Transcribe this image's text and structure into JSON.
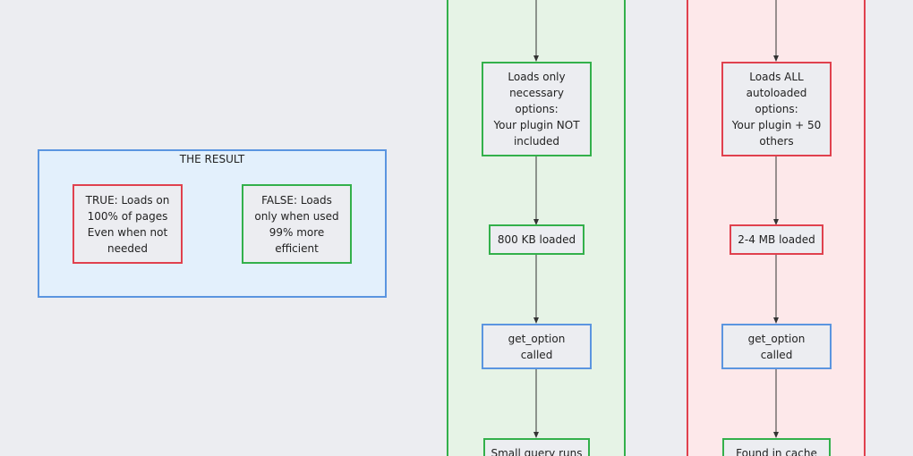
{
  "result_group": {
    "title": "THE RESULT",
    "true_node": "TRUE: Loads on\n100% of pages\nEven when not\nneeded",
    "false_node": "FALSE: Loads\nonly when used\n99% more\nefficient"
  },
  "false_flow": {
    "load_node": "Loads only\nnecessary\noptions:\nYour plugin NOT\nincluded",
    "size_node": "800 KB loaded",
    "get_option_node": "get_option\ncalled",
    "query_node": "Small query runs"
  },
  "true_flow": {
    "load_node": "Loads ALL\nautoloaded\noptions:\nYour plugin + 50\nothers",
    "size_node": "2-4 MB loaded",
    "get_option_node": "get_option\ncalled",
    "cache_node": "Found in cache"
  },
  "colors": {
    "background": "#ecedf1",
    "red": "#e0414e",
    "green": "#33b04b",
    "blue": "#5b95e0",
    "result_fill": "#e3f0fc",
    "false_fill": "#e6f3e6",
    "true_fill": "#fde8ea"
  }
}
